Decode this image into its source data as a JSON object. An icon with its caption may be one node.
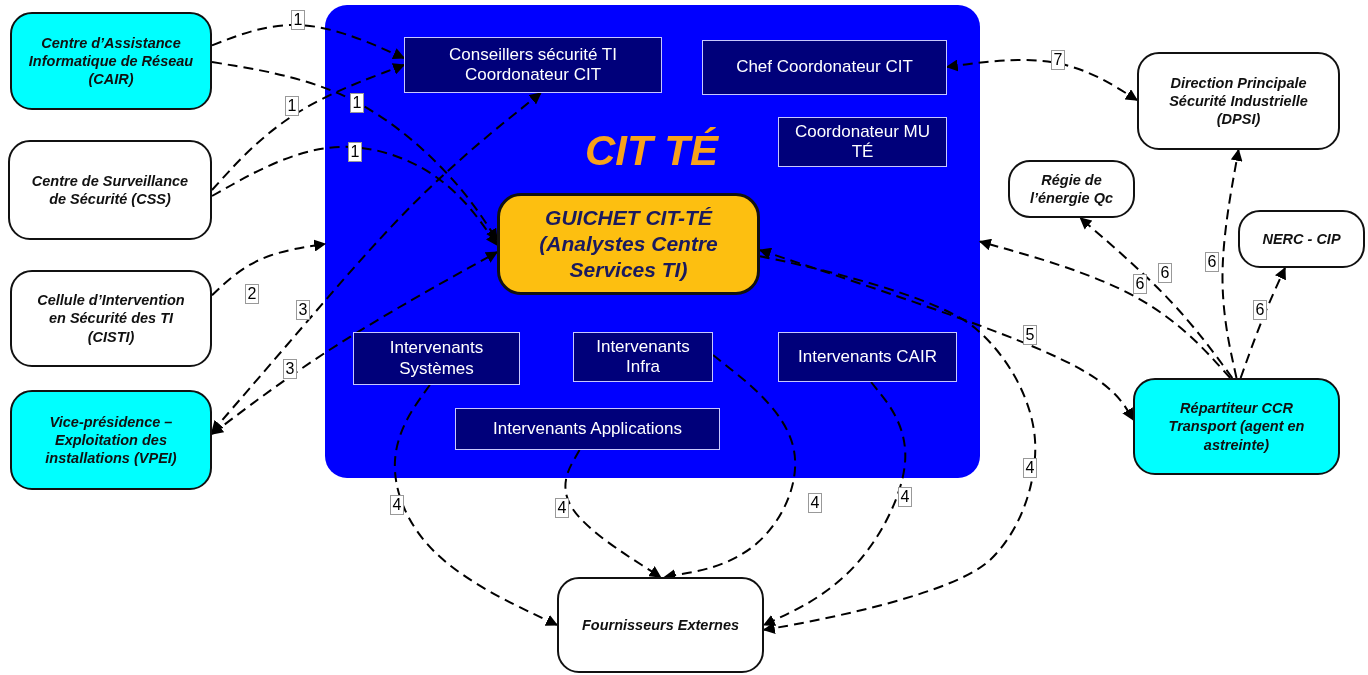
{
  "diagram": {
    "nodes": [
      {
        "text": [
          "CIT TÉ"
        ]
      },
      {
        "text": [
          "Conseillers sécurité TI Coordonateur CIT"
        ],
        "in": 0
      },
      {
        "text": [
          "Chef Coordonateur CIT"
        ],
        "in": 0
      },
      {
        "text": [
          "Coordonateur MU TÉ"
        ],
        "in": 0
      },
      {
        "text": [
          "GUICHET CIT-TÉ (Analystes Centre Services TI)"
        ],
        "in": 0
      },
      {
        "text": [
          "Intervenants Systèmes"
        ],
        "in": 0
      },
      {
        "text": [
          "Intervenants Infra"
        ],
        "in": 0
      },
      {
        "text": [
          "Intervenants CAIR"
        ],
        "in": 0
      },
      {
        "text": [
          "Intervenants Applications"
        ],
        "in": 0
      },
      {
        "text": [
          "Centre d’Assistance Informatique de Réseau (CAIR)"
        ]
      },
      {
        "text": [
          "Centre de Surveillance de Sécurité (CSS)"
        ]
      },
      {
        "text": [
          "Cellule d’Intervention en Sécurité des TI (CISTI)"
        ]
      },
      {
        "text": [
          "Vice-présidence – Exploitation des installations (VPEI)"
        ]
      },
      {
        "text": [
          "Direction Principale Sécurité Industrielle (DPSI)"
        ]
      },
      {
        "text": [
          "Régie de l’énergie Qc"
        ]
      },
      {
        "text": [
          "NERC - CIP"
        ]
      },
      {
        "text": [
          "Répartiteur CCR Transport (agent en astreinte)"
        ]
      },
      {
        "text": [
          "Fournisseurs Externes"
        ]
      }
    ],
    "edges": [
      {
        "from": 9,
        "to": 1,
        "arrow": "to",
        "label": "1",
        "style": "dashed"
      },
      {
        "from": 9,
        "to": 4,
        "arrow": "to",
        "label": "1",
        "style": "dashed"
      },
      {
        "from": 10,
        "to": 1,
        "arrow": "to",
        "label": "1",
        "style": "dashed"
      },
      {
        "from": 10,
        "to": 4,
        "arrow": "to",
        "label": "1",
        "style": "dashed"
      },
      {
        "from": 11,
        "to": 0,
        "arrow": "to",
        "label": "2",
        "style": "dashed"
      },
      {
        "from": 12,
        "to": 1,
        "arrow": "both",
        "label": "3",
        "style": "dashed"
      },
      {
        "from": 12,
        "to": 4,
        "arrow": "both",
        "label": "3",
        "style": "dashed"
      },
      {
        "from": 2,
        "to": 13,
        "arrow": "both",
        "label": "7",
        "style": "dashed"
      },
      {
        "from": 4,
        "to": 16,
        "arrow": "both",
        "label": "5",
        "style": "dashed"
      },
      {
        "from": 16,
        "to": 14,
        "arrow": "to",
        "label": "6",
        "style": "dashed"
      },
      {
        "from": 16,
        "to": 0,
        "arrow": "to",
        "label": "6",
        "style": "dashed"
      },
      {
        "from": 16,
        "to": 13,
        "arrow": "to",
        "label": "6",
        "style": "dashed"
      },
      {
        "from": 16,
        "to": 15,
        "arrow": "to",
        "label": "6",
        "style": "dashed"
      },
      {
        "from": 5,
        "to": 17,
        "arrow": "to",
        "label": "4",
        "style": "dashed"
      },
      {
        "from": 8,
        "to": 17,
        "arrow": "to",
        "label": "4",
        "style": "dashed"
      },
      {
        "from": 6,
        "to": 17,
        "arrow": "to",
        "label": "4",
        "style": "dashed"
      },
      {
        "from": 7,
        "to": 17,
        "arrow": "to",
        "label": "4",
        "style": "dashed"
      },
      {
        "from": 4,
        "to": 17,
        "arrow": "to",
        "label": "4",
        "style": "dashed"
      }
    ]
  }
}
